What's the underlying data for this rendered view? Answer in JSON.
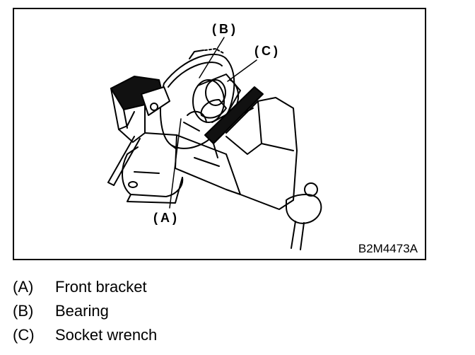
{
  "figure": {
    "callouts": {
      "a": "(A)",
      "b": "(B)",
      "c": "(C)"
    },
    "figure_id": "B2M4473A"
  },
  "legend": {
    "items": [
      {
        "key": "(A)",
        "label": "Front bracket"
      },
      {
        "key": "(B)",
        "label": "Bearing"
      },
      {
        "key": "(C)",
        "label": "Socket wrench"
      }
    ]
  },
  "colors": {
    "ink": "#000000",
    "paper": "#ffffff"
  }
}
